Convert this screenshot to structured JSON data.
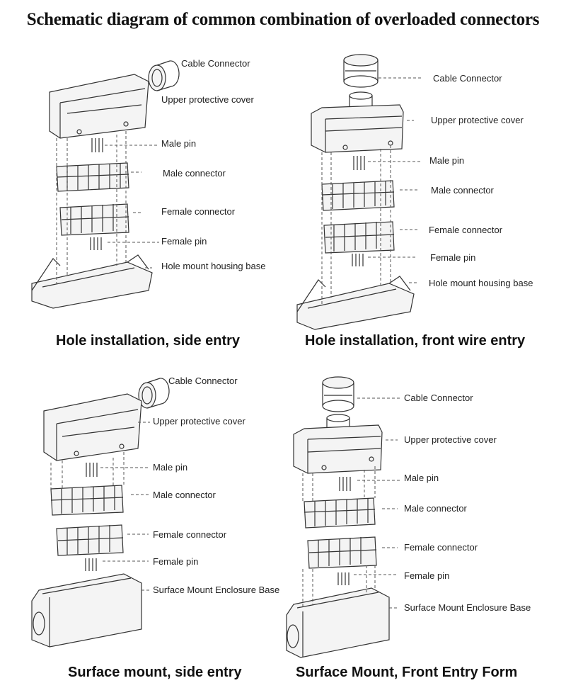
{
  "title": "Schematic diagram of common combination of overloaded connectors",
  "panels": [
    {
      "caption": "Hole installation, side entry",
      "labels": [
        "Cable Connector",
        "Upper protective cover",
        "Male pin",
        "Male connector",
        "Female connector",
        "Female pin",
        "Hole mount housing base"
      ]
    },
    {
      "caption": "Hole installation, front wire entry",
      "labels": [
        "Cable Connector",
        "Upper protective cover",
        "Male pin",
        "Male connector",
        "Female connector",
        "Female pin",
        "Hole mount housing base"
      ]
    },
    {
      "caption": "Surface mount, side entry",
      "labels": [
        "Cable Connector",
        "Upper protective cover",
        "Male pin",
        "Male connector",
        "Female connector",
        "Female pin",
        "Surface Mount Enclosure Base"
      ]
    },
    {
      "caption": "Surface Mount, Front Entry Form",
      "labels": [
        "Cable Connector",
        "Upper protective cover",
        "Male pin",
        "Male connector",
        "Female connector",
        "Female pin",
        "Surface Mount Enclosure Base"
      ]
    }
  ]
}
